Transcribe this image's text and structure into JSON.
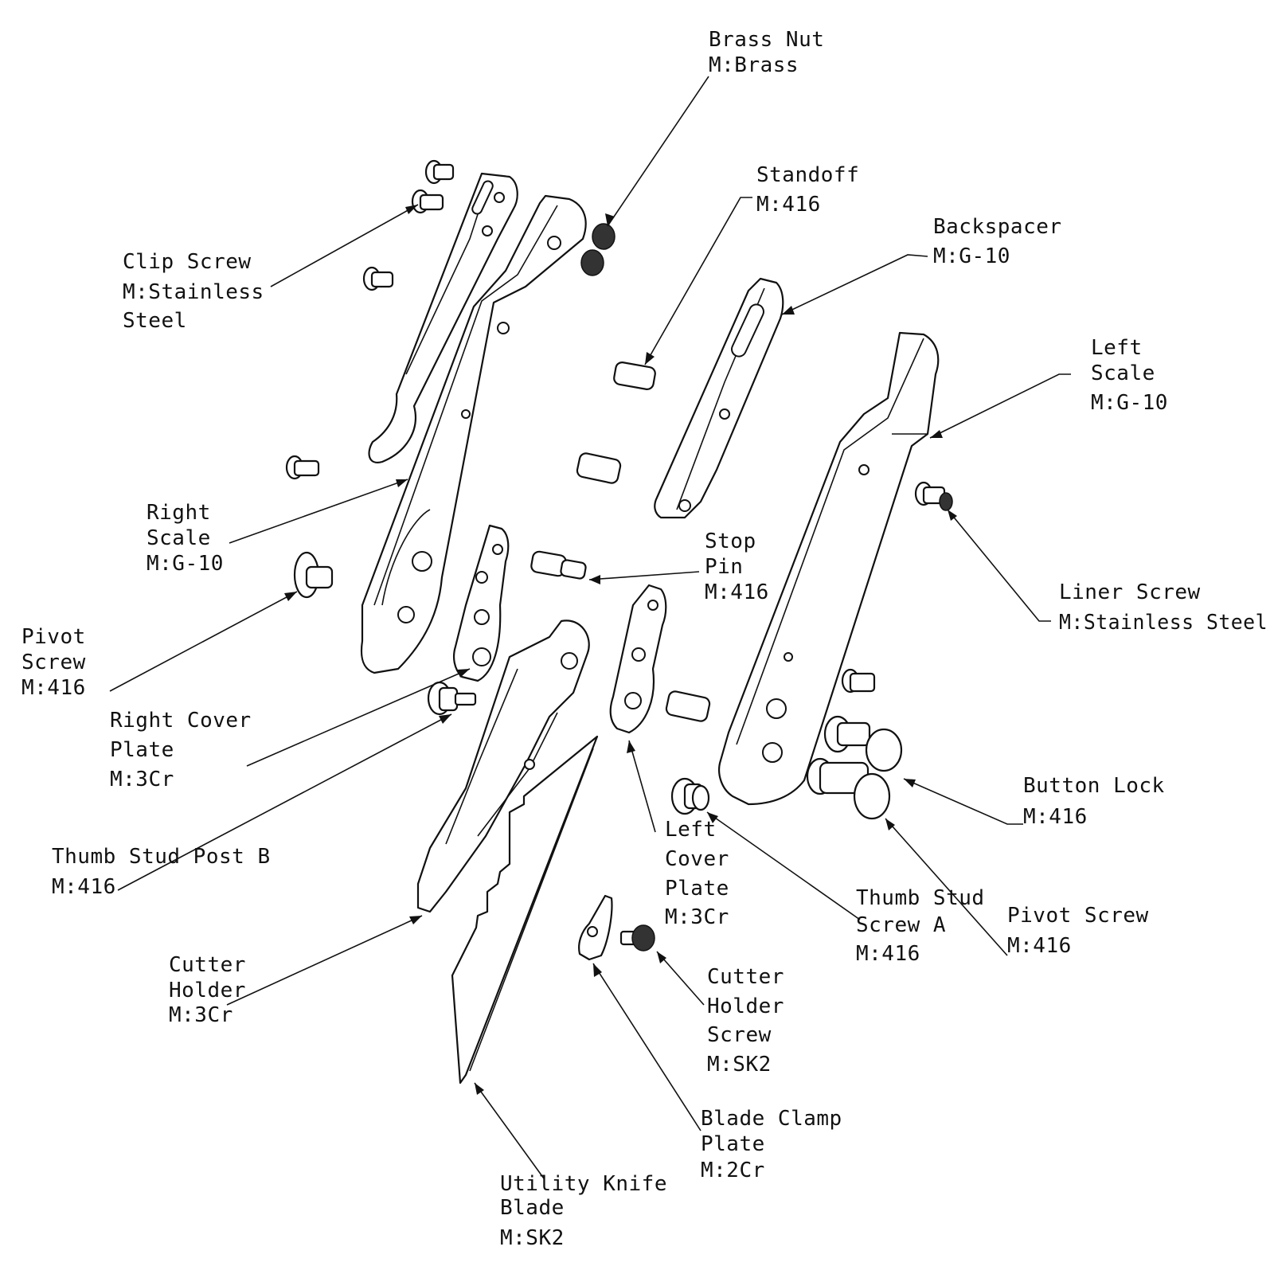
{
  "labels": {
    "brass_nut": [
      "Brass Nut",
      "M:Brass"
    ],
    "standoff": [
      "Standoff",
      "M:416"
    ],
    "backspacer": [
      "Backspacer",
      "M:G-10"
    ],
    "left_scale": [
      "Left",
      "Scale",
      "M:G-10"
    ],
    "clip_screw": [
      "Clip Screw",
      "M:Stainless",
      "Steel"
    ],
    "right_scale": [
      "Right",
      "Scale",
      "M:G-10"
    ],
    "stop_pin": [
      "Stop",
      "Pin",
      "M:416"
    ],
    "liner_screw": [
      "Liner Screw",
      "M:Stainless Steel"
    ],
    "pivot_screw_left": [
      "Pivot",
      "Screw",
      "M:416"
    ],
    "right_cover_plate": [
      "Right Cover",
      "Plate",
      "M:3Cr"
    ],
    "thumb_stud_post_b": [
      "Thumb Stud Post B",
      "M:416"
    ],
    "button_lock": [
      "Button Lock",
      "M:416"
    ],
    "left_cover_plate": [
      "Left",
      "Cover",
      "Plate",
      "M:3Cr"
    ],
    "thumb_stud_screw_a": [
      "Thumb Stud",
      "Screw A",
      "M:416"
    ],
    "pivot_screw_right": [
      "Pivot Screw",
      "M:416"
    ],
    "cutter_holder": [
      "Cutter",
      "Holder",
      "M:3Cr"
    ],
    "cutter_holder_screw": [
      "Cutter",
      "Holder",
      "Screw",
      "M:SK2"
    ],
    "blade_clamp_plate": [
      "Blade Clamp",
      "Plate",
      "M:2Cr"
    ],
    "utility_knife_blade": [
      "Utility Knife",
      "Blade",
      "M:SK2"
    ]
  }
}
